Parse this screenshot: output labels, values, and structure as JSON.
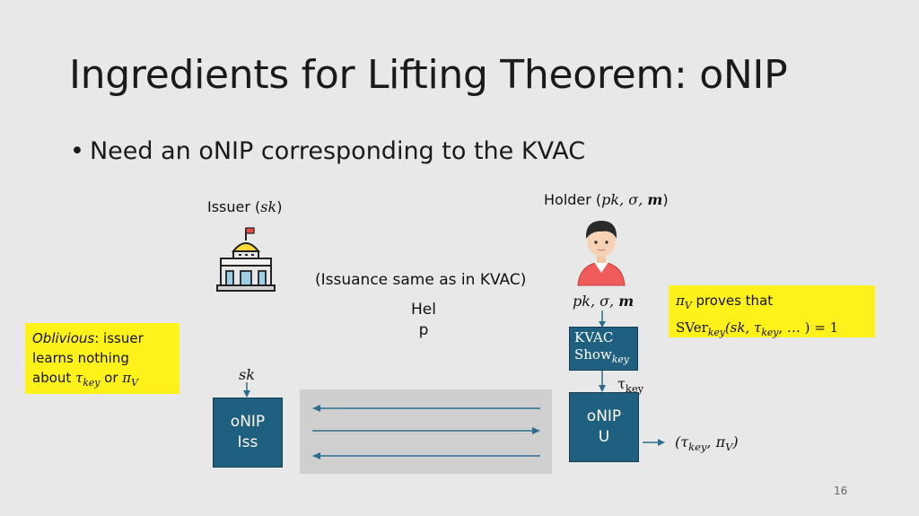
{
  "slide": {
    "title": "Ingredients for Lifting Theorem: oNIP",
    "bullet": "Need an oNIP corresponding to the KVAC",
    "page_number": "16"
  },
  "issuer": {
    "label": "Issuer (",
    "label_math": "sk",
    "label_close": ")",
    "input": "sk",
    "box_line1": "oNIP",
    "box_line2": "Iss"
  },
  "holder": {
    "label": "Holder (",
    "label_math": "pk, σ, ",
    "label_bold": "m",
    "label_close": ")",
    "inputs_math": "pk, σ, ",
    "inputs_bold": "m",
    "kvac_line1": "KVAC",
    "kvac_line2": "Show",
    "kvac_sub": "key",
    "tau": "τ",
    "tau_sub": "key",
    "box_line1": "oNIP",
    "box_line2": "U",
    "output_open": "(τ",
    "output_sub1": "key",
    "output_mid": ", π",
    "output_sub2": "V",
    "output_close": ")"
  },
  "issuance_note": "(Issuance same as in KVAC)",
  "help_text_line1": "Hel",
  "help_text_line2": "p",
  "oblivious_note": {
    "emph": "Oblivious",
    "line1_rest": ": issuer",
    "line2": "learns nothing",
    "line3_pre": "about ",
    "tau": "τ",
    "tau_sub": "key",
    "or": " or ",
    "pi": "π",
    "pi_sub": "V"
  },
  "proof_note": {
    "pi": "π",
    "pi_sub": "V",
    "line1_rest": " proves that",
    "sver": "SVer",
    "sver_sub": "key",
    "args_open": "(sk, τ",
    "args_sub": "key",
    "args_close": ", … ) = 1"
  },
  "colors": {
    "box_fill": "#1f5f7f",
    "highlight": "#fff21a",
    "channel": "#cfcfcf",
    "background": "#e8e8e8"
  }
}
